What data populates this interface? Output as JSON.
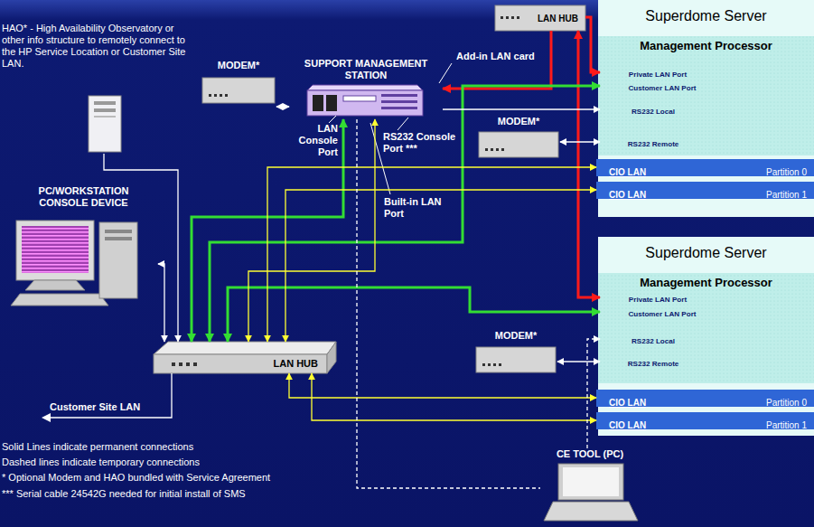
{
  "diagram": {
    "nodes": [
      {
        "text": [
          "HAO* - High Availability Observatory or other info structure to remotely connect to the HP Service Location or Customer Site LAN."
        ]
      },
      {
        "text": [
          "SUPPORT MANAGEMENT STATION"
        ]
      },
      {
        "text": [
          "MODEM*"
        ]
      },
      {
        "text": [
          "LAN HUB"
        ]
      },
      {
        "text": [
          "Superdome Server"
        ]
      },
      {
        "text": [
          "Management Processor"
        ],
        "in": 4
      },
      {
        "text": [
          "Private LAN Port"
        ],
        "in": 5
      },
      {
        "text": [
          "Customer LAN Port"
        ],
        "in": 5
      },
      {
        "text": [
          "RS232 Local"
        ],
        "in": 5
      },
      {
        "text": [
          "RS232 Remote"
        ],
        "in": 5
      },
      {
        "text": [
          "CIO LAN",
          "Partition 0"
        ],
        "in": 4
      },
      {
        "text": [
          "CIO LAN",
          "Partition 1"
        ],
        "in": 4
      },
      {
        "text": [
          "MODEM*"
        ]
      },
      {
        "text": [
          "PC/WORKSTATION CONSOLE DEVICE"
        ]
      },
      {
        "text": [
          "Superdome Server"
        ]
      },
      {
        "text": [
          "Management Processor"
        ],
        "in": 14
      },
      {
        "text": [
          "Private LAN Port"
        ],
        "in": 15
      },
      {
        "text": [
          "Customer LAN Port"
        ],
        "in": 15
      },
      {
        "text": [
          "RS232 Local"
        ],
        "in": 15
      },
      {
        "text": [
          "RS232 Remote"
        ],
        "in": 15
      },
      {
        "text": [
          "CIO LAN",
          "Partition 0"
        ],
        "in": 14
      },
      {
        "text": [
          "CIO LAN",
          "Partition 1"
        ],
        "in": 14
      },
      {
        "text": [
          "MODEM*"
        ]
      },
      {
        "text": [
          "LAN HUB"
        ]
      },
      {
        "text": [
          "CE TOOL (PC)"
        ]
      }
    ],
    "edges": [
      {
        "from": 1,
        "to": 2,
        "arrow": "both"
      },
      {
        "from": 3,
        "to": 1,
        "arrow": "to"
      },
      {
        "from": 3,
        "to": 6,
        "arrow": "to"
      },
      {
        "from": 3,
        "to": 16,
        "arrow": "both"
      },
      {
        "from": 23,
        "to": 1,
        "arrow": "both"
      },
      {
        "from": 23,
        "to": 7,
        "arrow": "both"
      },
      {
        "from": 23,
        "to": 17,
        "arrow": "both"
      },
      {
        "from": 1,
        "to": 23,
        "arrow": "both"
      },
      {
        "from": 23,
        "to": 10,
        "arrow": "both"
      },
      {
        "from": 23,
        "to": 11,
        "arrow": "both"
      },
      {
        "from": 23,
        "to": 20,
        "arrow": "both"
      },
      {
        "from": 23,
        "to": 21,
        "arrow": "both"
      },
      {
        "from": 12,
        "to": 9,
        "arrow": "both"
      },
      {
        "from": 1,
        "to": 8,
        "arrow": "to"
      },
      {
        "from": 22,
        "to": 19,
        "arrow": "both"
      },
      {
        "from": 1,
        "to": 24,
        "arrow": "none"
      },
      {
        "from": 24,
        "to": 18,
        "arrow": "to"
      },
      {
        "from": 13,
        "to": 23,
        "arrow": "both"
      },
      {
        "from": 0,
        "to": 23,
        "arrow": "to"
      }
    ],
    "labels": [
      "Add-in LAN card",
      "LAN Console Port",
      "RS232 Console Port ***",
      "Built-in LAN Port",
      "Customer Site LAN",
      "Solid Lines indicate permanent connections",
      "Dashed lines indicate temporary connections",
      "* Optional Modem and HAO bundled with Service Agreement",
      "*** Serial cable 24542G needed for initial install of SMS"
    ]
  }
}
